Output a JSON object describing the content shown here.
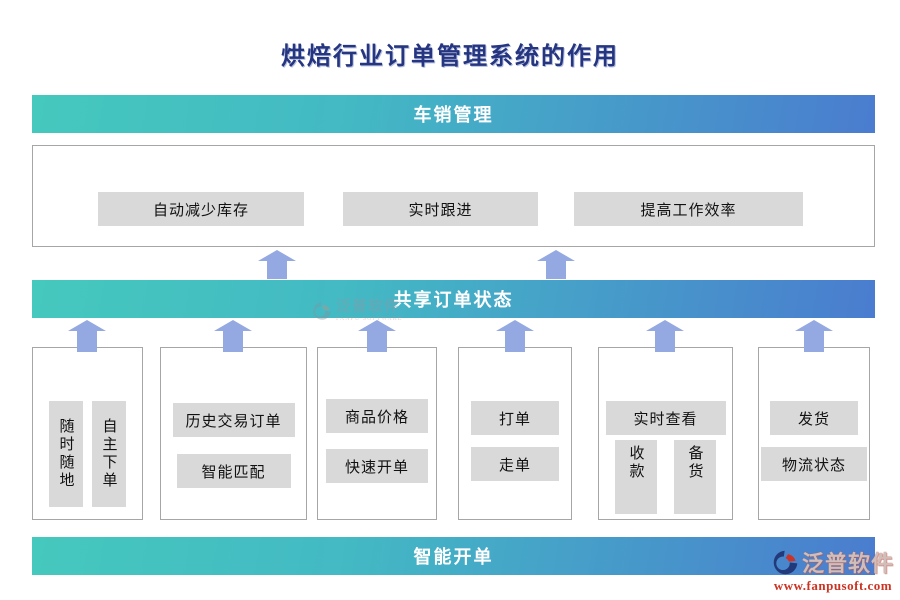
{
  "title": "烘焙行业订单管理系统的作用",
  "bars": {
    "top": "车销管理",
    "middle": "共享订单状态",
    "bottom": "智能开单"
  },
  "feature_box": {
    "buttons": [
      "自动减少库存",
      "实时跟进",
      "提高工作效率"
    ]
  },
  "groups": [
    {
      "items": [
        {
          "label": "随时随地"
        },
        {
          "label": "自主下单"
        }
      ]
    },
    {
      "items": [
        {
          "label": "历史交易订单"
        },
        {
          "label": "智能匹配"
        }
      ]
    },
    {
      "items": [
        {
          "label": "商品价格"
        },
        {
          "label": "快速开单"
        }
      ]
    },
    {
      "items": [
        {
          "label": "打单"
        },
        {
          "label": "走单"
        }
      ]
    },
    {
      "items": [
        {
          "label": "实时查看"
        },
        {
          "label": "收款"
        },
        {
          "label": "备货"
        }
      ]
    },
    {
      "items": [
        {
          "label": "发货"
        },
        {
          "label": "物流状态"
        }
      ]
    }
  ],
  "watermarks": {
    "center": {
      "brand": "泛普软件",
      "caption": "FANPU SOFTWARE"
    },
    "bottom_right": {
      "brand": "泛普软件",
      "url": "www.fanpusoft.com"
    }
  },
  "colors": {
    "bar_gradient_start": "#45c8bd",
    "bar_gradient_end": "#4a7ccf",
    "arrow": "#94a9e2",
    "button_bg": "#d9d9d9",
    "box_border": "#a6a6a6",
    "title_text": "#26357f",
    "watermark_url_red": "#cc3322"
  }
}
